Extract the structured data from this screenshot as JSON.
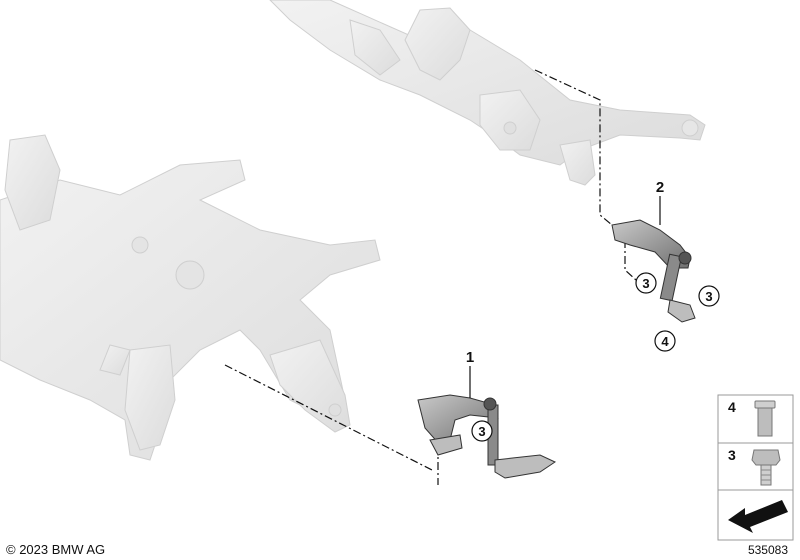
{
  "callouts": {
    "one": "1",
    "two": "2",
    "three_a": "3",
    "three_b": "3",
    "three_c": "3",
    "four": "4"
  },
  "legend": {
    "item_four": "4",
    "item_three": "3"
  },
  "footer": {
    "copyright": "© 2023 BMW AG",
    "drawing_number": "535083"
  }
}
